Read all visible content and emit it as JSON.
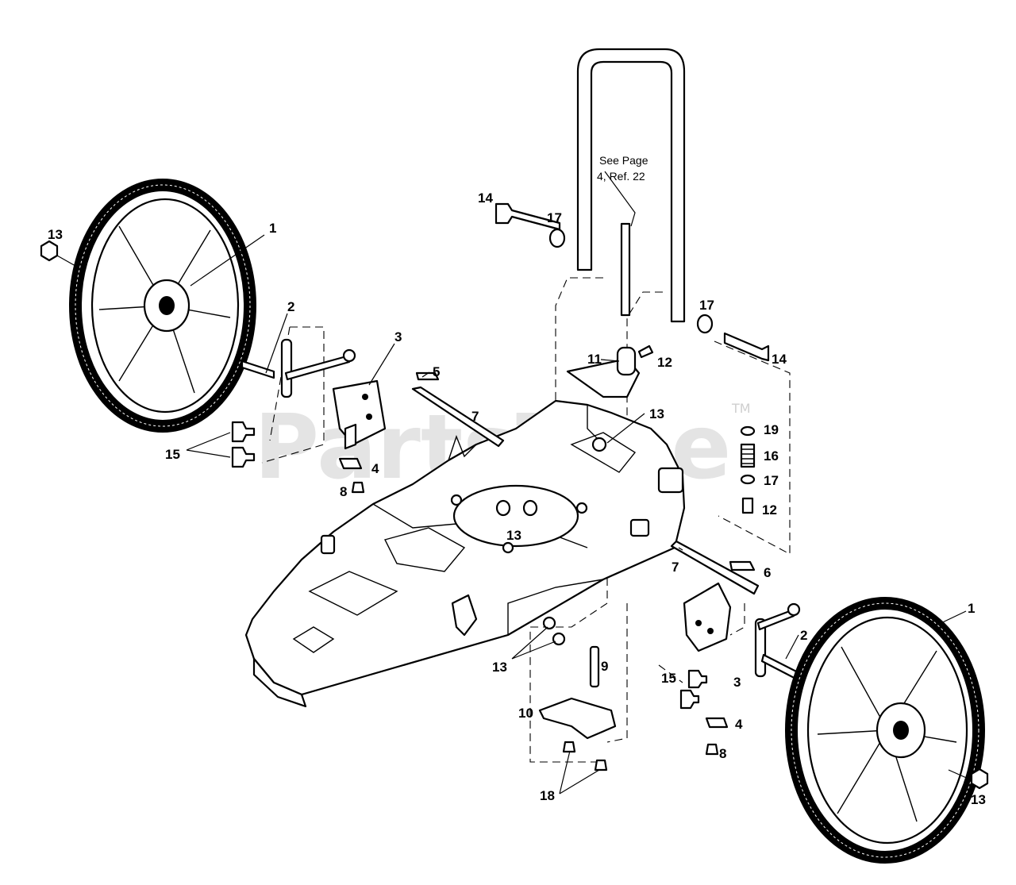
{
  "watermark": {
    "text": "PartsTree",
    "tm": "TM"
  },
  "note": {
    "line1": "See Page",
    "line2": "4, Ref. 22"
  },
  "callouts": [
    {
      "id": "c-13-left-wheel",
      "label": "13"
    },
    {
      "id": "c-1-left-wheel",
      "label": "1"
    },
    {
      "id": "c-2-left-axle",
      "label": "2"
    },
    {
      "id": "c-3-left-bracket",
      "label": "3"
    },
    {
      "id": "c-5",
      "label": "5"
    },
    {
      "id": "c-7-upper",
      "label": "7"
    },
    {
      "id": "c-15-left",
      "label": "15"
    },
    {
      "id": "c-4-left",
      "label": "4"
    },
    {
      "id": "c-8-left",
      "label": "8"
    },
    {
      "id": "c-13-deck",
      "label": "13"
    },
    {
      "id": "c-14-left",
      "label": "14"
    },
    {
      "id": "c-17-left",
      "label": "17"
    },
    {
      "id": "c-17-right",
      "label": "17"
    },
    {
      "id": "c-14-right",
      "label": "14"
    },
    {
      "id": "c-11",
      "label": "11"
    },
    {
      "id": "c-12-upper",
      "label": "12"
    },
    {
      "id": "c-13-center",
      "label": "13"
    },
    {
      "id": "c-19",
      "label": "19"
    },
    {
      "id": "c-16",
      "label": "16"
    },
    {
      "id": "c-17-stack",
      "label": "17"
    },
    {
      "id": "c-12-stack",
      "label": "12"
    },
    {
      "id": "c-7-lower",
      "label": "7"
    },
    {
      "id": "c-6",
      "label": "6"
    },
    {
      "id": "c-1-right-wheel",
      "label": "1"
    },
    {
      "id": "c-2-right-axle",
      "label": "2"
    },
    {
      "id": "c-13-lower",
      "label": "13"
    },
    {
      "id": "c-9",
      "label": "9"
    },
    {
      "id": "c-15-right",
      "label": "15"
    },
    {
      "id": "c-3-right-bracket",
      "label": "3"
    },
    {
      "id": "c-10",
      "label": "10"
    },
    {
      "id": "c-4-right",
      "label": "4"
    },
    {
      "id": "c-8-right",
      "label": "8"
    },
    {
      "id": "c-18",
      "label": "18"
    },
    {
      "id": "c-13-right-wheel",
      "label": "13"
    }
  ]
}
